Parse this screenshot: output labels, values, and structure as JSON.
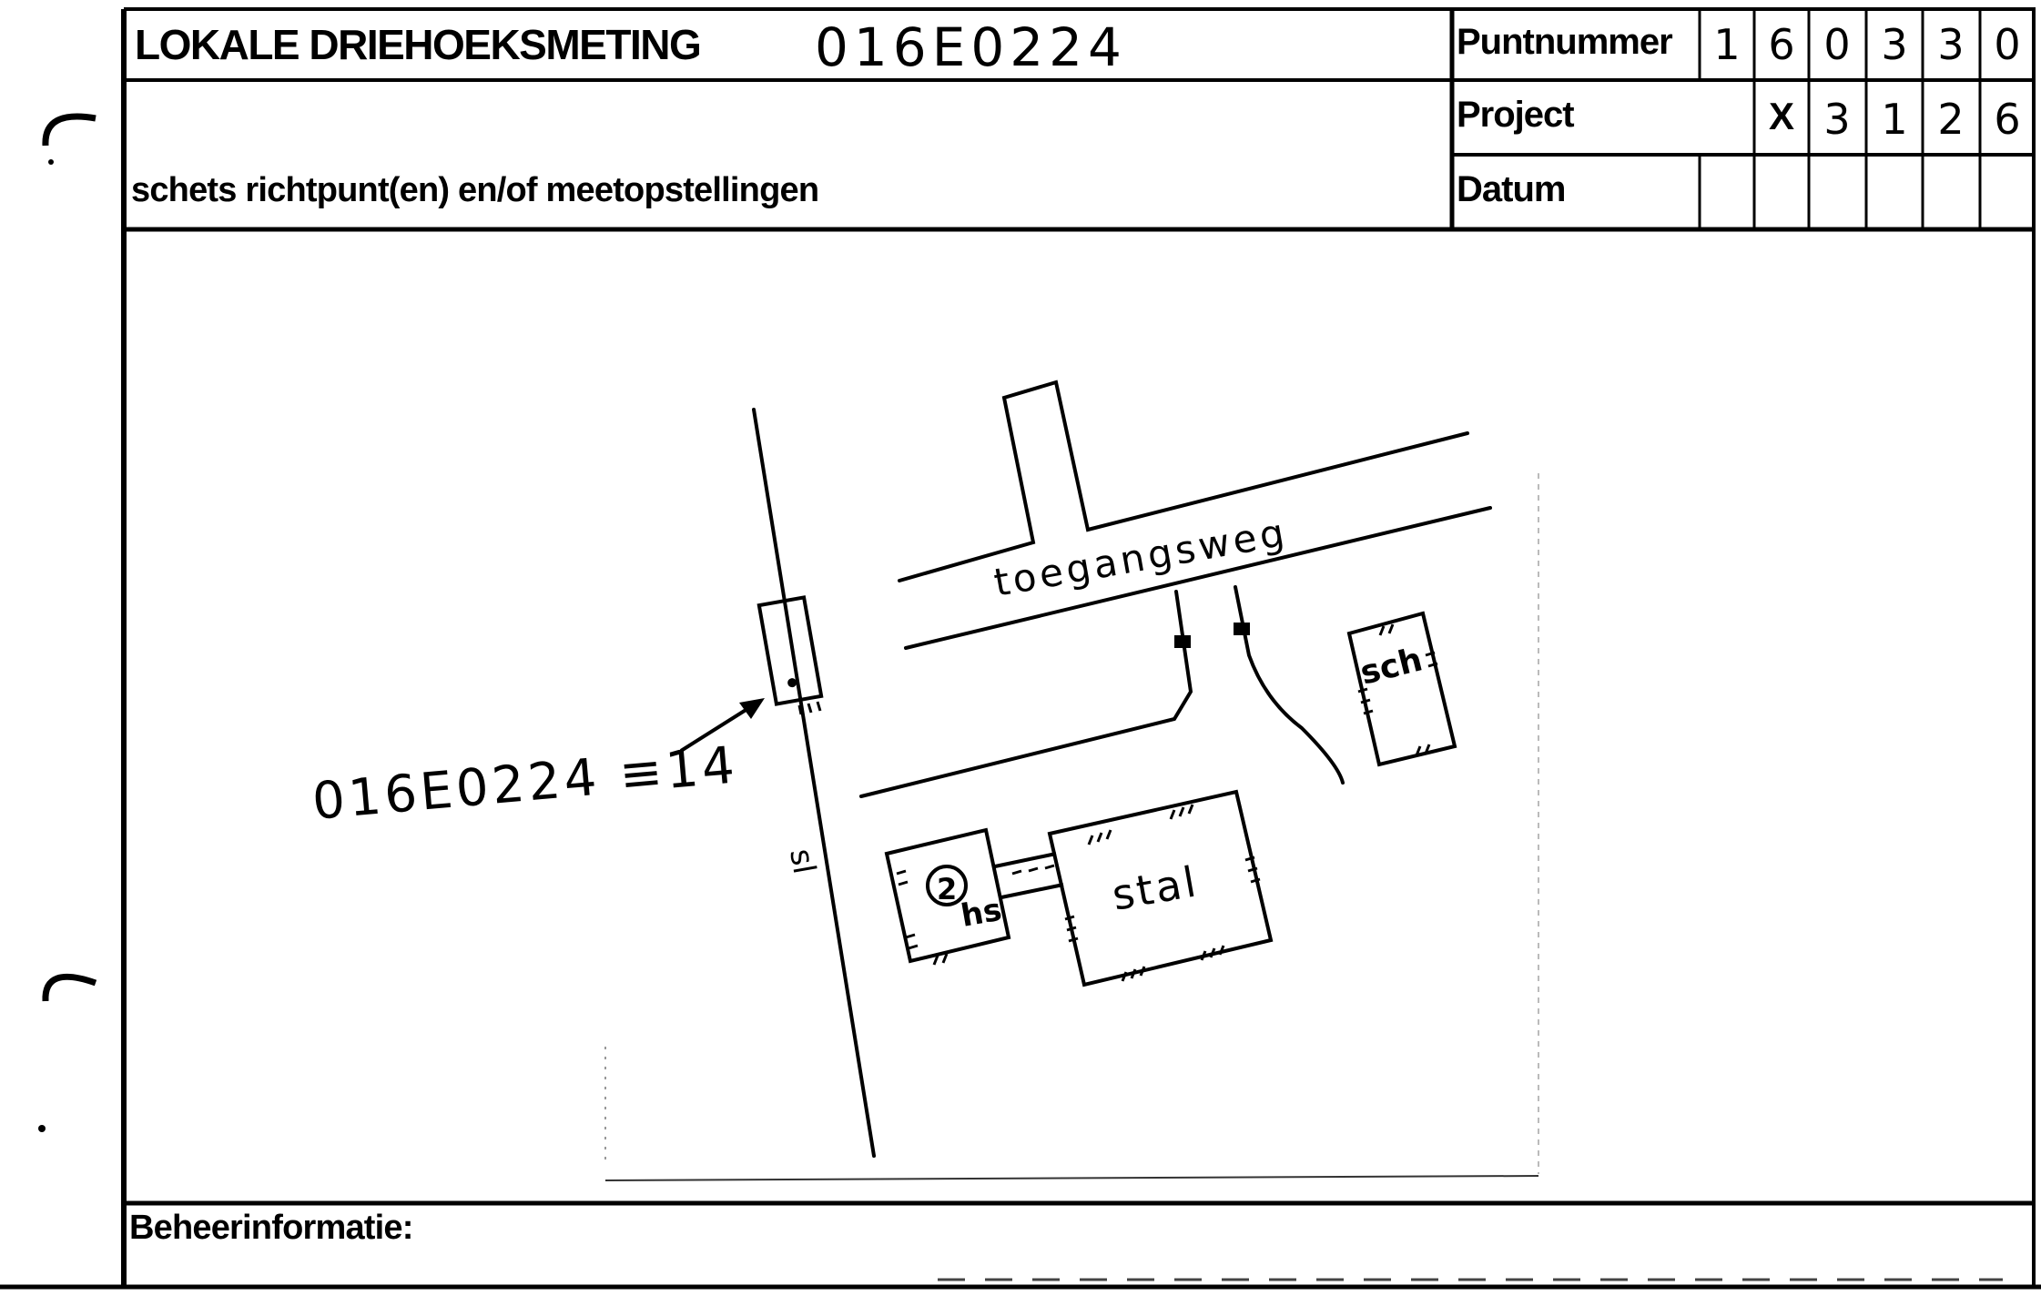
{
  "header": {
    "form_title": "LOKALE DRIEHOEKSMETING",
    "handwritten_id": "016E0224",
    "sketch_caption": "schets richtpunt(en) en/of meetopstellingen",
    "fields": [
      {
        "label": "Puntnummer",
        "values": [
          "1",
          "6",
          "0",
          "3",
          "3",
          "0"
        ]
      },
      {
        "label": "Project",
        "values": [
          "",
          "X",
          "3",
          "1",
          "2",
          "6"
        ]
      },
      {
        "label": "Datum",
        "values": [
          "",
          "",
          "",
          "",
          "",
          ""
        ]
      }
    ]
  },
  "sketch": {
    "road_label": "toegangsweg",
    "point_annotation": "016E0224 ≡14",
    "ditch_label": "sl",
    "house_number": "2",
    "house_label": "hs",
    "barn_label": "stal",
    "shed_label": "sch"
  },
  "footer": {
    "management_label": "Beheerinformatie:"
  }
}
